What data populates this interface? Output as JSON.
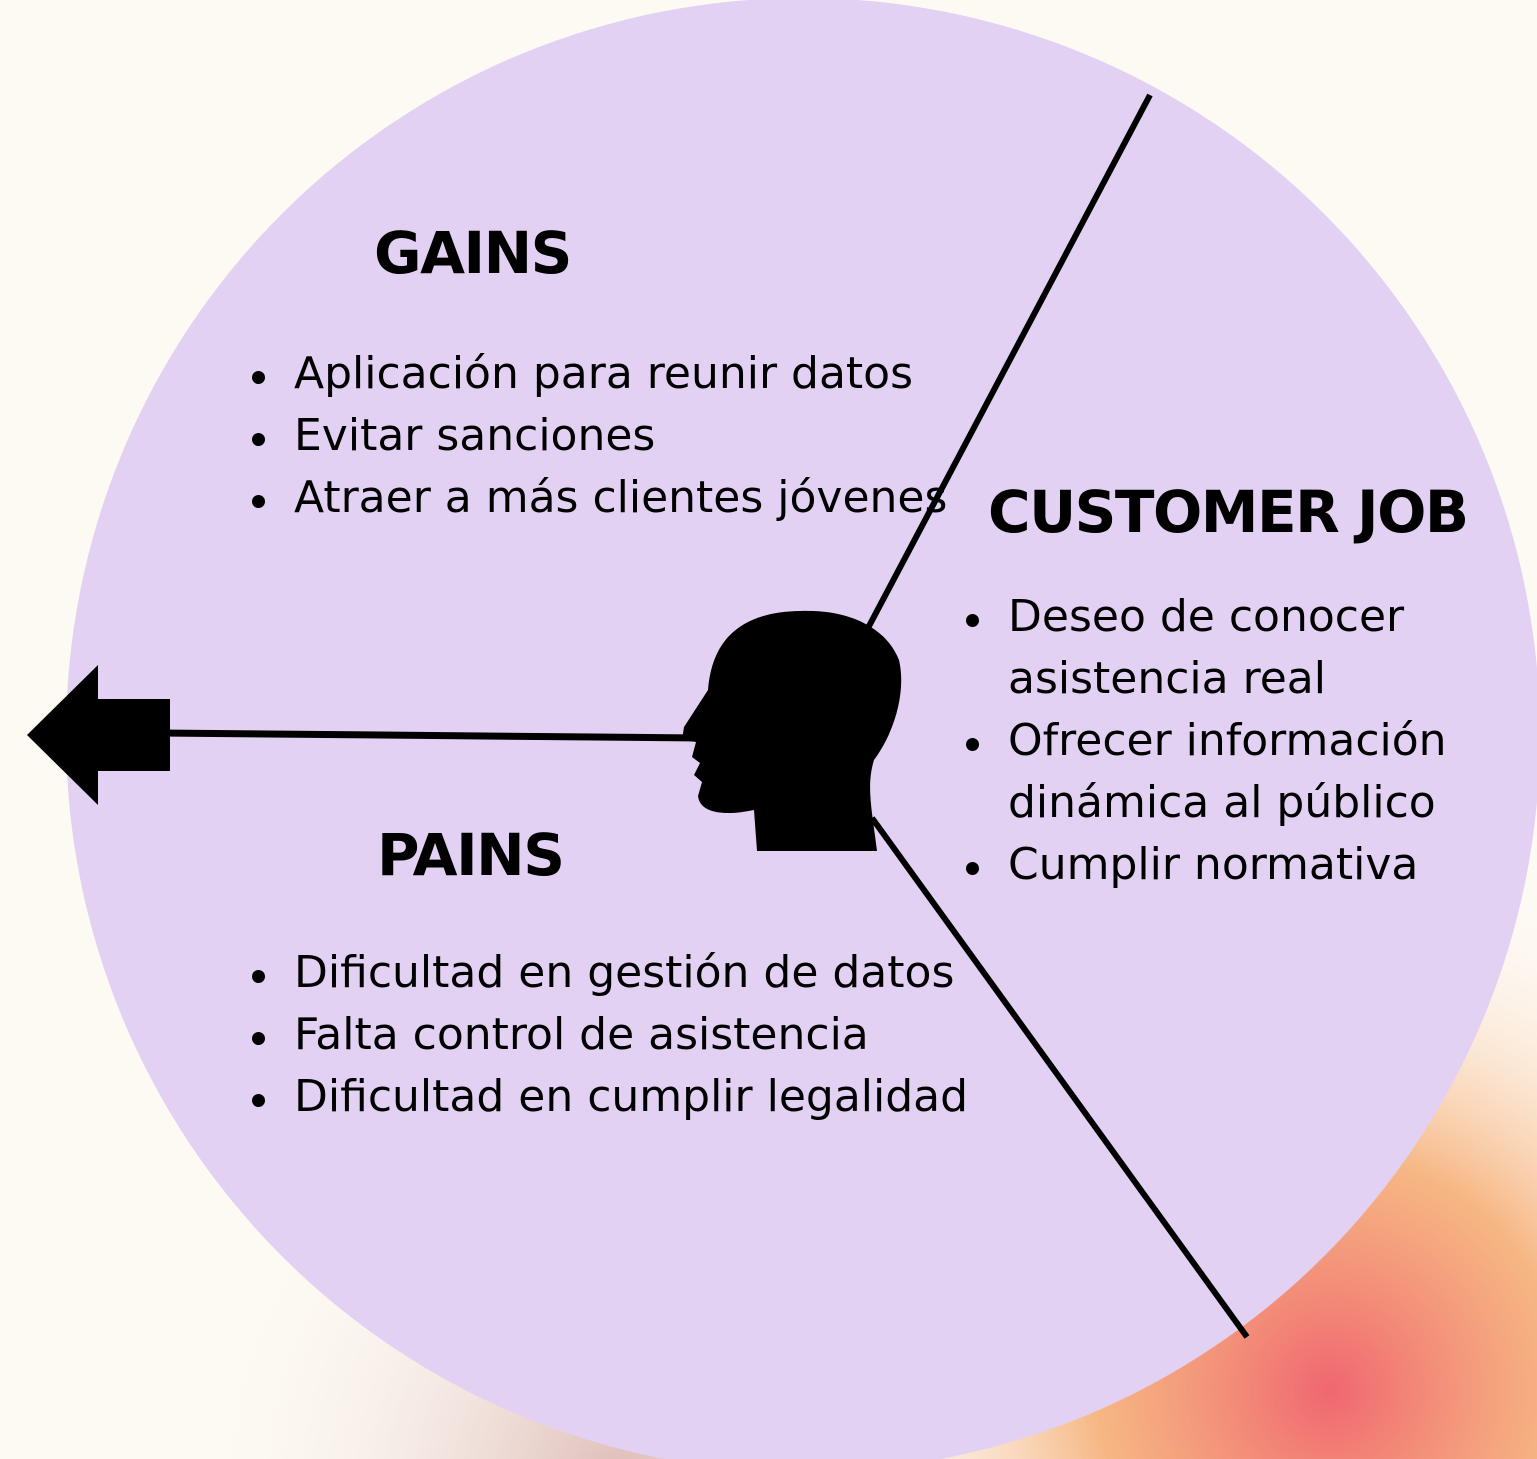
{
  "colors": {
    "background": "#fdf9f3",
    "circle_fill": "#e2d1f3",
    "line_color": "#000000",
    "glow_orange": "#f4a15f",
    "glow_red": "#ef5f6a"
  },
  "icons": {
    "head": "head-silhouette-icon",
    "arrow": "arrow-left-icon"
  },
  "gains": {
    "title": "GAINS",
    "items": [
      "Aplicación para reunir datos",
      "Evitar sanciones",
      "Atraer a más clientes jóvenes"
    ]
  },
  "customer_job": {
    "title": "CUSTOMER JOB",
    "items": [
      "Deseo de conocer asistencia real",
      "Ofrecer información dinámica al público",
      "Cumplir normativa"
    ]
  },
  "pains": {
    "title": "PAINS",
    "items": [
      "Dificultad en gestión de datos",
      "Falta control de asistencia",
      "Dificultad en cumplir legalidad"
    ]
  }
}
